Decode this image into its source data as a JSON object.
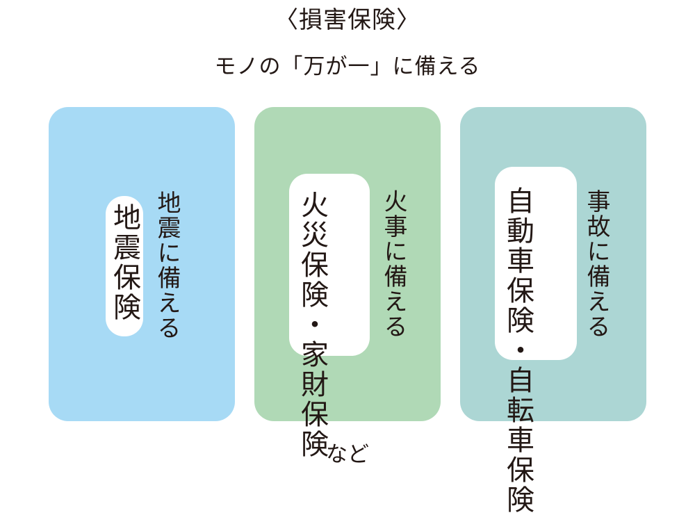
{
  "title": "〈損害保険〉",
  "subtitle": "モノの「万が一」に備える",
  "colors": {
    "panel_1": "#a7daf5",
    "panel_2": "#b0d9b6",
    "panel_3": "#acd6d4",
    "chip": "#ffffff",
    "text": "#231815"
  },
  "panels": [
    {
      "caption": "地震に備える",
      "insurance": "地震保険"
    },
    {
      "caption": "火事に備える",
      "insurance": "火災保険・家財保険"
    },
    {
      "caption": "事故に備える",
      "insurance": "自動車保険・自転車保険"
    }
  ],
  "footer": "など"
}
